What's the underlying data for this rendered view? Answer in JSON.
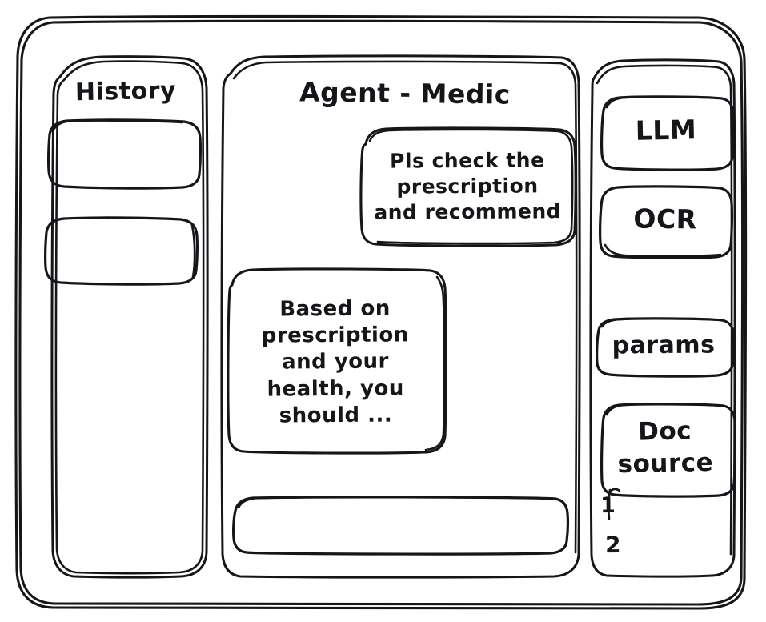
{
  "window": {
    "name": "agent-chat-wireframe",
    "style": "hand-drawn-sketch",
    "ink_color": "#16161a",
    "background_color": "#ffffff"
  },
  "sidebar": {
    "title": "History",
    "items": [
      {
        "label": ""
      },
      {
        "label": ""
      }
    ]
  },
  "main": {
    "title": "Agent - Medic",
    "messages": [
      {
        "role": "user",
        "text": "Pls check the prescription and recommend"
      },
      {
        "role": "agent",
        "text": "Based on prescription and your health, you should ..."
      }
    ],
    "composer": {
      "value": "",
      "placeholder": ""
    }
  },
  "tools_panel": {
    "items": [
      {
        "label": "LLM"
      },
      {
        "label": "OCR"
      },
      {
        "label": "params"
      },
      {
        "label": "Doc source"
      }
    ],
    "doc_source_refs": [
      {
        "label": "1"
      },
      {
        "label": "2"
      }
    ]
  }
}
